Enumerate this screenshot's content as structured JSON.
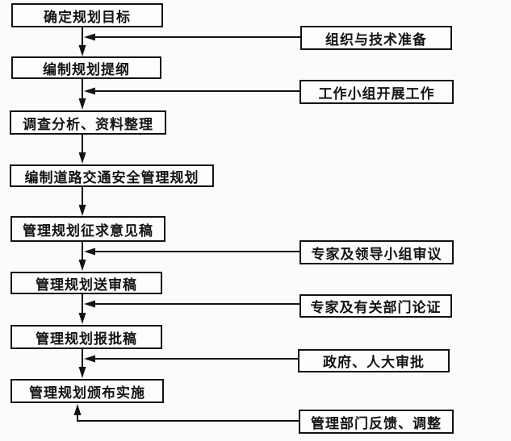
{
  "flow": {
    "steps": [
      {
        "label": "确定规划目标"
      },
      {
        "label": "编制规划提纲"
      },
      {
        "label": "调查分析、资料整理"
      },
      {
        "label": "编制道路交通安全管理规划"
      },
      {
        "label": "管理规划征求意见稿"
      },
      {
        "label": "管理规划送审稿"
      },
      {
        "label": "管理规划报批稿"
      },
      {
        "label": "管理规划颁布实施"
      }
    ],
    "side_inputs": [
      {
        "label": "组织与技术准备"
      },
      {
        "label": "工作小组开展工作"
      },
      {
        "label": "专家及领导小组审议"
      },
      {
        "label": "专家及有关部门论证"
      },
      {
        "label": "政府、人大审批"
      },
      {
        "label": "管理部门反馈、调整"
      }
    ],
    "colors": {
      "box_border": "#131313",
      "box_fill": "#fdfdfc",
      "text": "#131313",
      "line": "#131313",
      "background": "#fbfbfa"
    }
  }
}
